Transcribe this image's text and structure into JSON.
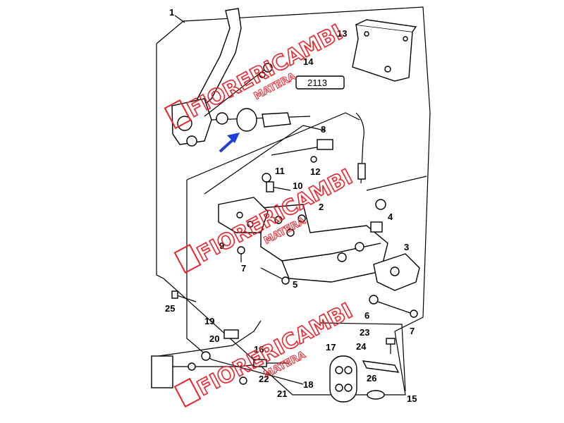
{
  "labels": {
    "l1": "1",
    "l2": "2",
    "l3": "3",
    "l4": "4",
    "l5": "5",
    "l6": "6",
    "l7a": "7",
    "l7b": "7",
    "l8": "8",
    "l9": "9",
    "l10": "10",
    "l11": "11",
    "l12": "12",
    "l13": "13",
    "l14": "14",
    "l15": "15",
    "l16": "16",
    "l17": "17",
    "l18": "18",
    "l19": "19",
    "l20": "20",
    "l21": "21",
    "l22": "22",
    "l23": "23",
    "l24": "24",
    "l25": "25",
    "l26": "26"
  },
  "plate_text": "2113",
  "watermark": {
    "brand": "FIORERICAMBI",
    "sub": "MATERA",
    "color": "#e8232a"
  },
  "arrow_color": "#1f3fd6"
}
